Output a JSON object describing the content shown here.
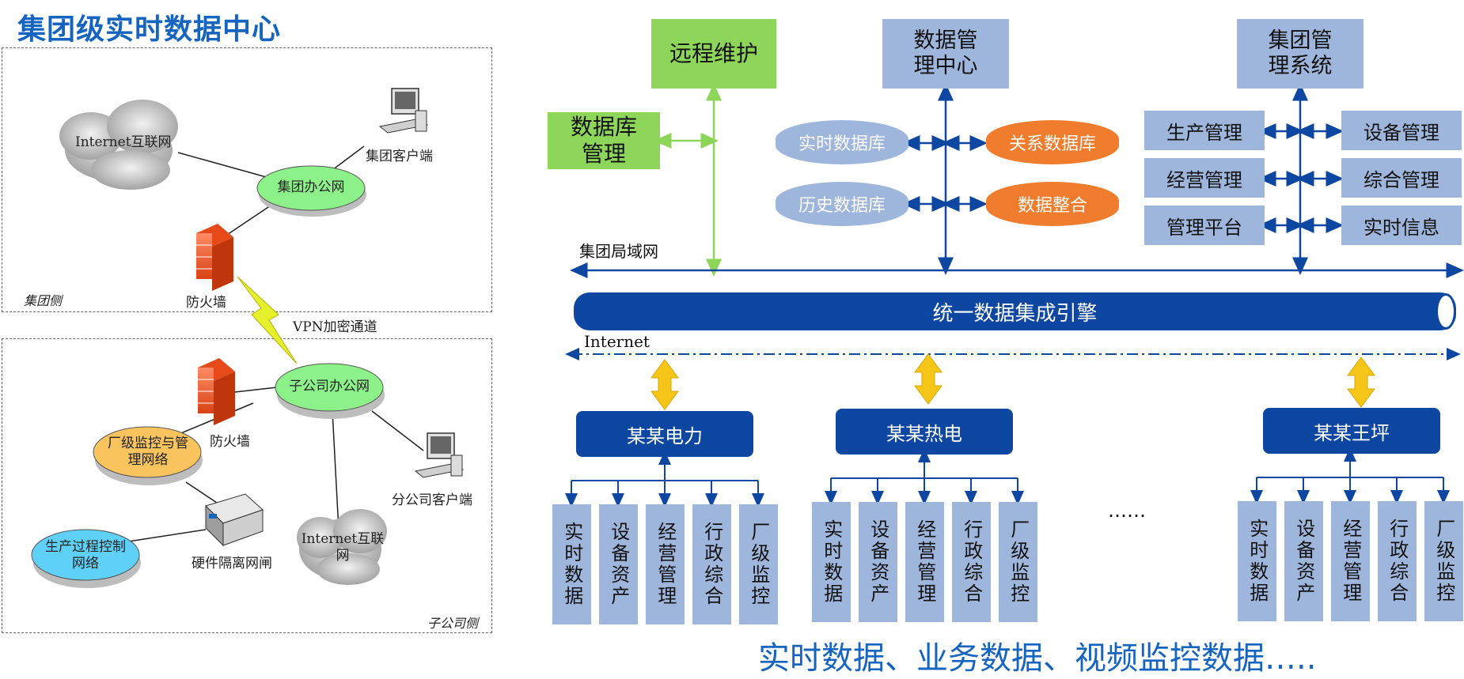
{
  "title": "集团级实时数据中心",
  "left": {
    "group_side": "集团侧",
    "sub_side": "子公司侧",
    "internet1": "Internet互联网",
    "group_client": "集团客户端",
    "group_office": "集团办公网",
    "firewall1": "防火墙",
    "vpn": "VPN加密通道",
    "sub_office": "子公司办公网",
    "firewall2": "防火墙",
    "plant_monitor": "厂级监控与管理网络",
    "sub_client": "分公司客户端",
    "hw_gate": "硬件隔离网闸",
    "internet2": "Internet互联网",
    "process_ctrl": "生产过程控制网络"
  },
  "right": {
    "remote": "远程维护",
    "db_mgmt": "数据库管理",
    "data_center": "数据管理中心",
    "group_system": "集团管理系统",
    "realtime_db": "实时数据库",
    "relational_db": "关系数据库",
    "history_db": "历史数据库",
    "data_integration": "数据整合",
    "modules": [
      "生产管理",
      "设备管理",
      "经营管理",
      "综合管理",
      "管理平台",
      "实时信息"
    ],
    "lan_label": "集团局域网",
    "engine": "统一数据集成引擎",
    "internet_label": "Internet",
    "ellipsis": "……",
    "subsidiaries": [
      "某某电力",
      "某某热电",
      "某某王坪"
    ],
    "columns": [
      "实时数据",
      "设备资产",
      "经营管理",
      "行政综合",
      "厂级监控"
    ],
    "bottom": "实时数据、业务数据、视频监控数据….."
  },
  "colors": {
    "title_blue": "#1565c0",
    "dark_blue": "#0d47a1",
    "light_blue_box": "#9fb6dc",
    "green_box": "#8ed65a",
    "orange": "#ef7d2d",
    "arrow_yellow": "#f5c518"
  }
}
